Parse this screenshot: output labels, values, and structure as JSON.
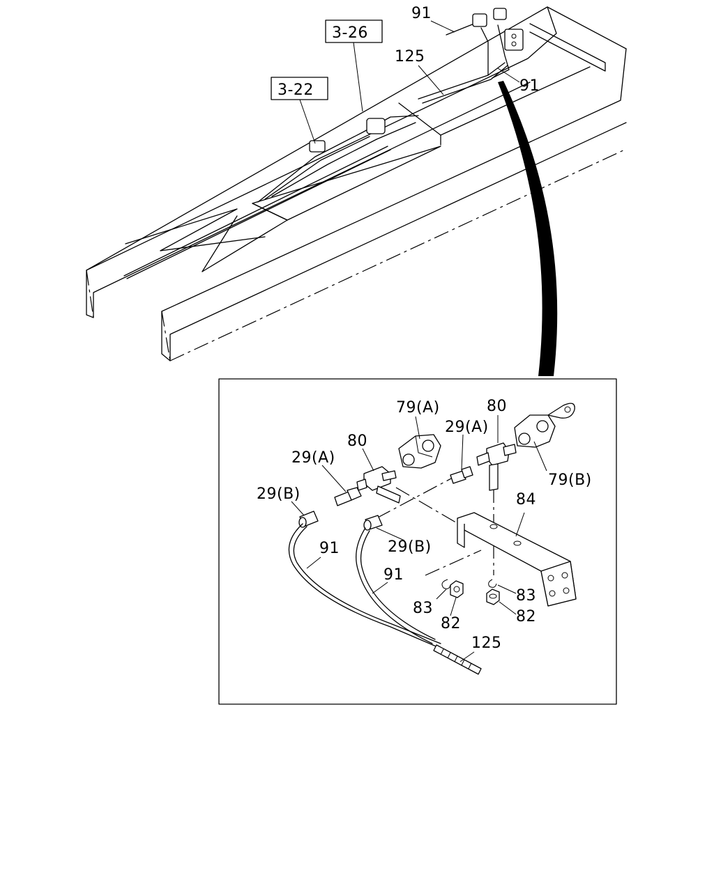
{
  "ref_boxes": {
    "ref_1": "3-26",
    "ref_2": "3-22"
  },
  "frame_labels": {
    "hose_top_1": "91",
    "hose_top_2": "91",
    "cable_top": "125"
  },
  "detail_labels": {
    "coupler_a": "79(A)",
    "coupler_b": "79(B)",
    "tee_left": "80",
    "tee_right": "80",
    "conn_a_left": "29(A)",
    "conn_a_right": "29(A)",
    "conn_b_left": "29(B)",
    "conn_b_right": "29(B)",
    "bracket": "84",
    "hose_left": "91",
    "hose_right": "91",
    "washer_left": "83",
    "washer_right": "83",
    "nut_left": "82",
    "nut_right": "82",
    "cable": "125"
  }
}
